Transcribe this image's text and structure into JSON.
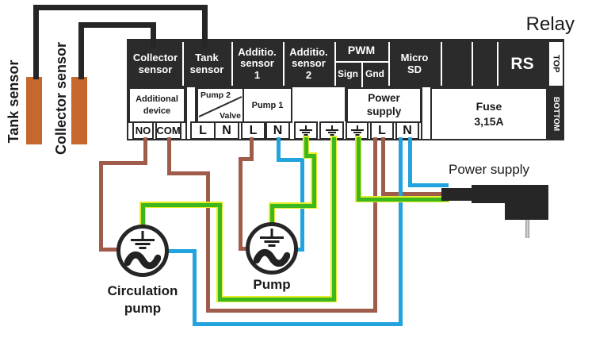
{
  "colors": {
    "block": "#2b2b2b",
    "sensor_orange": "#c5682e",
    "wire_black": "#262626",
    "wire_brown": "#a05c4a",
    "wire_blue": "#23a3dd",
    "wire_green": "#3cb71d",
    "wire_green_edge": "#e6ed28"
  },
  "title": {
    "relay": "Relay"
  },
  "sensors": {
    "tank": "Tank sensor",
    "collector": "Collector sensor"
  },
  "block": {
    "header": {
      "collector": "Collector\nsensor",
      "tank": "Tank\nsensor",
      "additio1": "Additio.\nsensor\n1",
      "additio2": "Additio.\nsensor\n2",
      "pwm": "PWM",
      "sign": "Sign",
      "gnd": "Gnd",
      "micro_sd": "Micro\nSD",
      "rs": "RS",
      "top": "TOP",
      "bottom": "BOTTOM"
    },
    "row2": {
      "additional_device": "Additional\ndevice",
      "pump2": "Pump 2",
      "valve": "Valve",
      "pump1": "Pump 1",
      "power_supply": "Power\nsupply",
      "fuse": "Fuse\n3,15A"
    },
    "terminals": {
      "no": "NO",
      "com": "COM",
      "live": "L",
      "neutral": "N"
    }
  },
  "devices": {
    "circulation_pump": "Circulation\npump",
    "pump": "Pump",
    "power_supply": "Power supply"
  }
}
